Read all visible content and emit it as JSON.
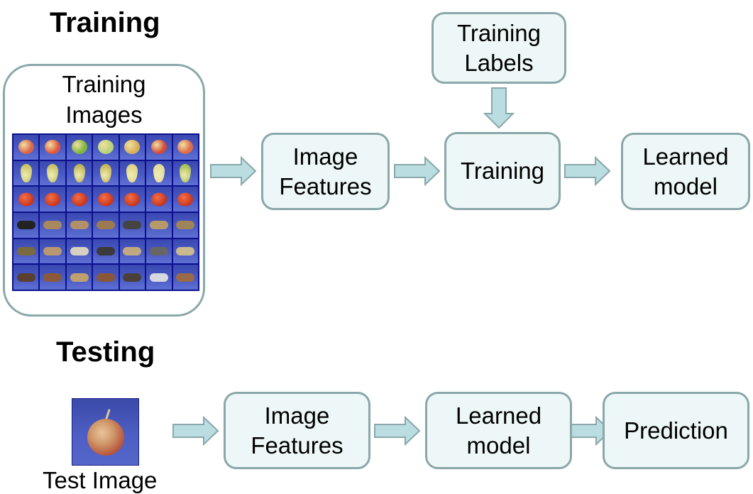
{
  "training": {
    "heading": "Training",
    "images_box": {
      "line1": "Training",
      "line2": "Images"
    },
    "image_grid": {
      "rows": [
        "apple",
        "pear",
        "tomato",
        "cow",
        "dog",
        "horse"
      ],
      "columns": 7
    },
    "features_box": {
      "line1": "Image",
      "line2": "Features"
    },
    "labels_box": {
      "line1": "Training",
      "line2": "Labels"
    },
    "training_box": {
      "line1": "Training"
    },
    "model_box": {
      "line1": "Learned",
      "line2": "model"
    }
  },
  "testing": {
    "heading": "Testing",
    "test_image_caption": "Test Image",
    "features_box": {
      "line1": "Image",
      "line2": "Features"
    },
    "model_box": {
      "line1": "Learned",
      "line2": "model"
    },
    "prediction_box": {
      "line1": "Prediction"
    }
  },
  "colors": {
    "box_fill": "#eef7f7",
    "box_border": "#8aa7a9",
    "arrow_fill": "#b9dde0",
    "arrow_stroke": "#8aa7a9",
    "grid_background": "#0b0f8c"
  }
}
